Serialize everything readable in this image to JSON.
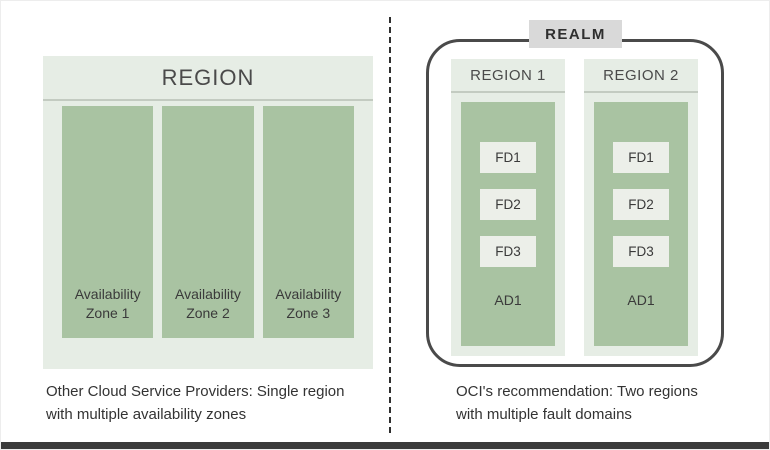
{
  "colors": {
    "pale_green": "#e6ede5",
    "sage_green": "#a9c3a2",
    "fd_box_bg": "#ecefe9",
    "badge_bg": "#d9d9d9",
    "realm_border": "#4a4a4a",
    "header_divider": "#c3cbc1",
    "text": "#3a3a3a",
    "bottom_bar": "#3b3b3b"
  },
  "left_panel": {
    "region_title": "REGION",
    "zones": [
      {
        "label": "Availability\nZone 1"
      },
      {
        "label": "Availability\nZone 2"
      },
      {
        "label": "Availability\nZone 3"
      }
    ],
    "caption": "Other Cloud Service Providers: Single region\nwith multiple availability zones"
  },
  "right_panel": {
    "realm_label": "REALM",
    "regions": [
      {
        "title": "REGION 1",
        "fault_domains": [
          "FD1",
          "FD2",
          "FD3"
        ],
        "ad_label": "AD1"
      },
      {
        "title": "REGION 2",
        "fault_domains": [
          "FD1",
          "FD2",
          "FD3"
        ],
        "ad_label": "AD1"
      }
    ],
    "caption": "OCI's recommendation: Two regions\nwith multiple fault domains"
  }
}
